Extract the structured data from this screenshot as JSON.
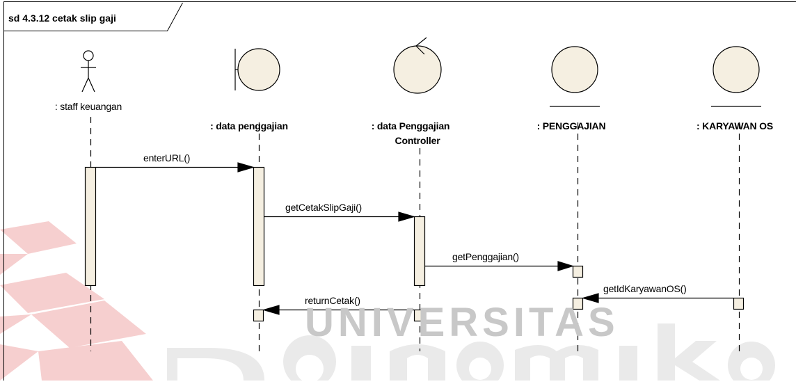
{
  "diagram": {
    "frame_title": "sd 4.3.12 cetak slip gaji",
    "lifelines": [
      {
        "id": "staff",
        "kind": "actor",
        "label": ": staff keuangan"
      },
      {
        "id": "boundary",
        "kind": "boundary",
        "label": ": data penggajian"
      },
      {
        "id": "controller",
        "kind": "control",
        "label_line1": ": data Penggajian",
        "label_line2": "Controller"
      },
      {
        "id": "penggajian",
        "kind": "entity",
        "label": ": PENGGAJIAN"
      },
      {
        "id": "karyawan",
        "kind": "entity",
        "label": ": KARYAWAN OS"
      }
    ],
    "messages": [
      {
        "from": "staff",
        "to": "boundary",
        "label": "enterURL()"
      },
      {
        "from": "boundary",
        "to": "controller",
        "label": "getCetakSlipGaji()"
      },
      {
        "from": "controller",
        "to": "penggajian",
        "label": "getPenggajian()"
      },
      {
        "from": "karyawan",
        "to": "penggajian",
        "label": "getIdKaryawanOS()"
      },
      {
        "from": "controller",
        "to": "boundary",
        "label": "returnCetak()"
      }
    ]
  },
  "watermark": {
    "text": "UNIVERSITAS",
    "brand_text": "Dinamika",
    "colors": {
      "logo_red": "#f0a8a8",
      "text_gray": "#c8c8c8"
    }
  },
  "colors": {
    "shape_fill": "#f5efe1",
    "stroke": "#000000"
  }
}
